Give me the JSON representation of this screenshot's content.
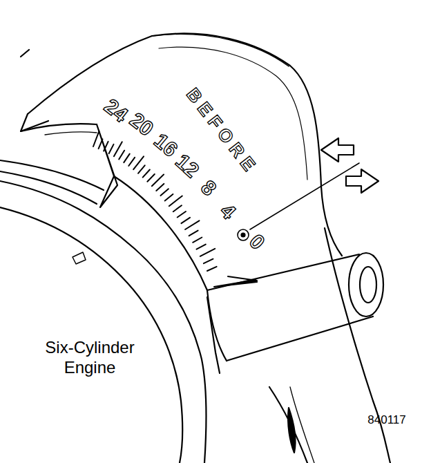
{
  "diagram": {
    "labels": [
      "BEFORE",
      "24",
      "20",
      "16",
      "12",
      "8",
      "4",
      "0",
      "Six-Cylinder Engine",
      "840117"
    ]
  }
}
